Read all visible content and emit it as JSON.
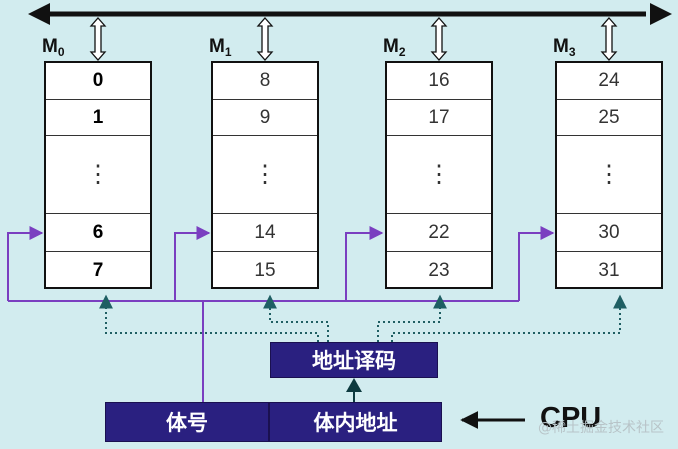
{
  "modules": [
    {
      "name": "M",
      "sub": "0",
      "cells": [
        "0",
        "1",
        "⋮",
        "6",
        "7"
      ],
      "bold": true
    },
    {
      "name": "M",
      "sub": "1",
      "cells": [
        "8",
        "9",
        "⋮",
        "14",
        "15"
      ],
      "bold": false
    },
    {
      "name": "M",
      "sub": "2",
      "cells": [
        "16",
        "17",
        "⋮",
        "22",
        "23"
      ],
      "bold": false
    },
    {
      "name": "M",
      "sub": "3",
      "cells": [
        "24",
        "25",
        "⋮",
        "30",
        "31"
      ],
      "bold": false
    }
  ],
  "decoder_label": "地址译码",
  "field_bank_label": "体号",
  "field_offset_label": "体内地址",
  "cpu_label": "CPU",
  "watermark": "@稀土掘金技术社区",
  "colors": {
    "background": "#d2ecef",
    "box_fill": "#2a2080",
    "purple_line": "#7a3fc0",
    "dotted_line": "#1f5f63",
    "bus": "#111111"
  }
}
